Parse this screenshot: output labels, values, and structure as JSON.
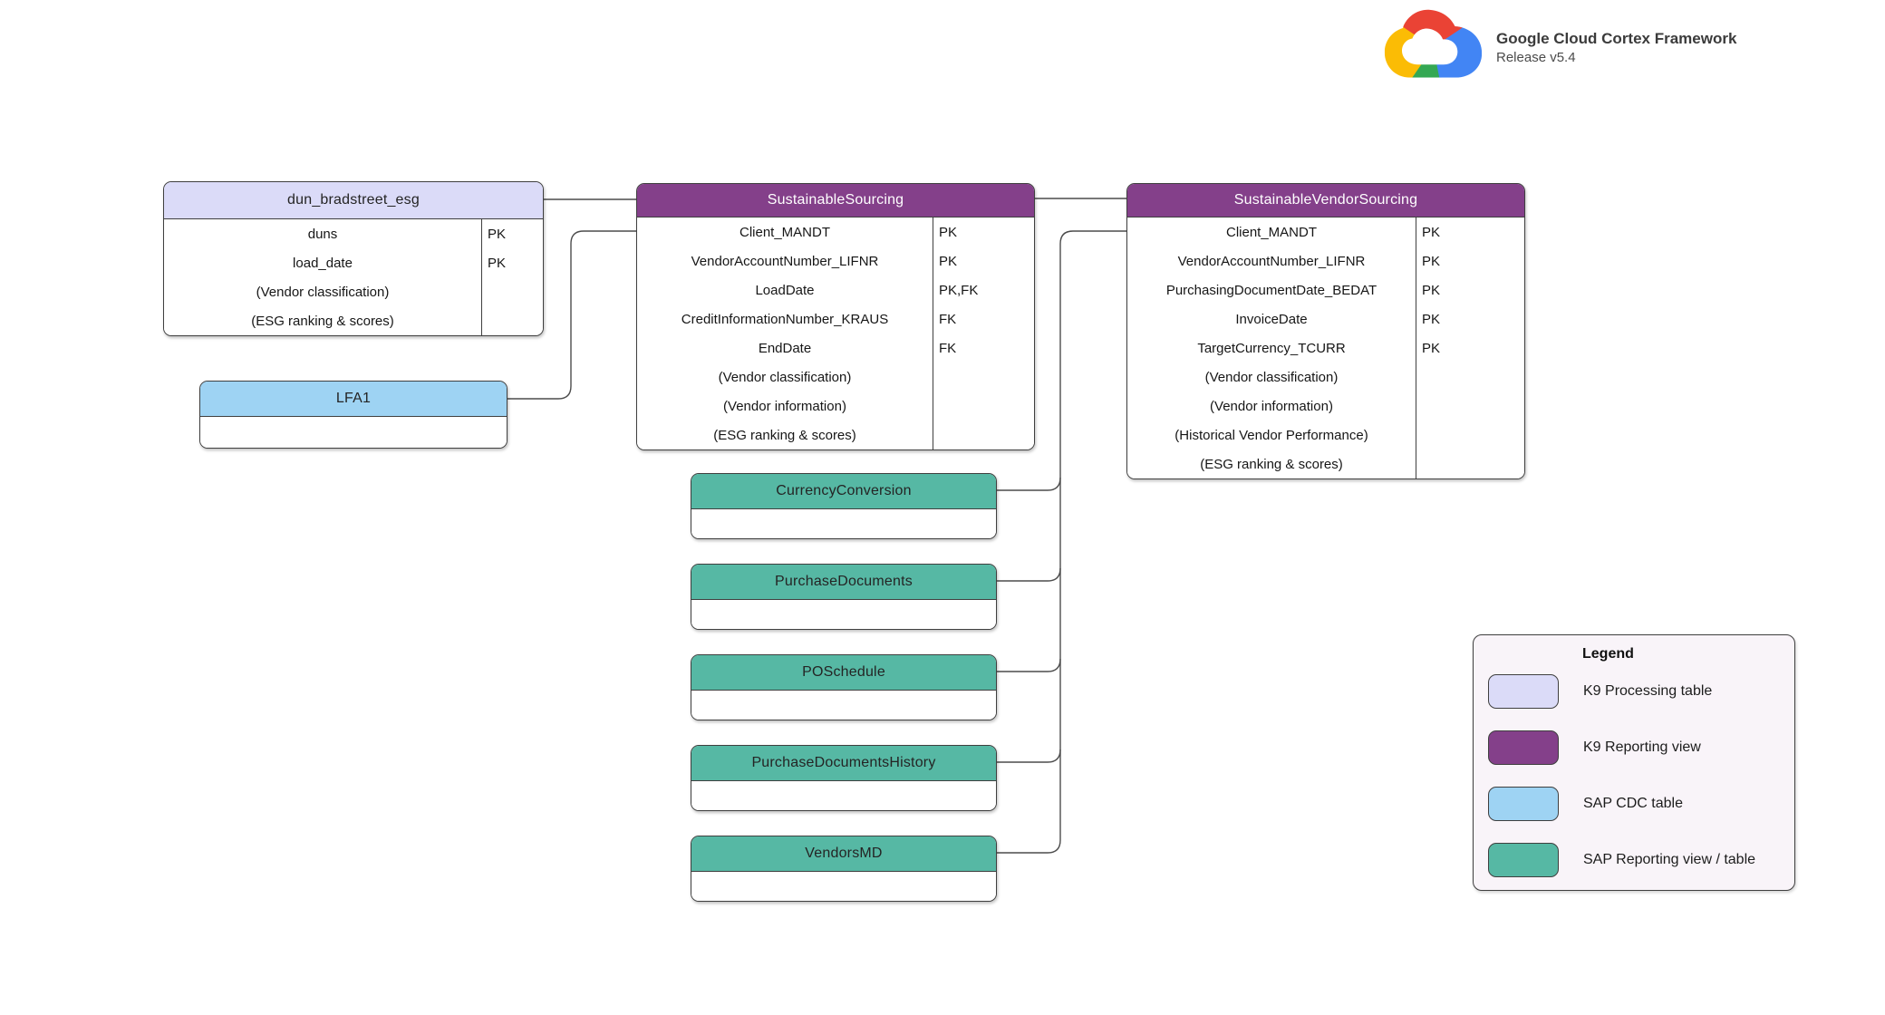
{
  "brand": {
    "title": "Google Cloud Cortex Framework",
    "release": "Release v5.4",
    "logo": "google-cloud-logo"
  },
  "colors": {
    "k9_processing_table": "#dbdbf8",
    "k9_reporting_view": "#84408a",
    "sap_cdc_table": "#9ed3f3",
    "sap_reporting_view_table": "#56b8a4",
    "connector": "#4c4c4c",
    "logo_red": "#ea4335",
    "logo_blue": "#4285f4",
    "logo_green": "#34a853",
    "logo_yellow": "#fbbc05"
  },
  "tables": {
    "dun_bradstreet_esg": {
      "title": "dun_bradstreet_esg",
      "category": "K9 Processing table",
      "rows": [
        {
          "name": "duns",
          "key": "PK"
        },
        {
          "name": "load_date",
          "key": "PK"
        },
        {
          "name": "(Vendor classification)",
          "key": ""
        },
        {
          "name": "(ESG ranking & scores)",
          "key": ""
        }
      ]
    },
    "sustainable_sourcing": {
      "title": "SustainableSourcing",
      "category": "K9 Reporting view",
      "rows": [
        {
          "name": "Client_MANDT",
          "key": "PK"
        },
        {
          "name": "VendorAccountNumber_LIFNR",
          "key": "PK"
        },
        {
          "name": "LoadDate",
          "key": "PK,FK"
        },
        {
          "name": "CreditInformationNumber_KRAUS",
          "key": "FK"
        },
        {
          "name": "EndDate",
          "key": "FK"
        },
        {
          "name": "(Vendor classification)",
          "key": ""
        },
        {
          "name": "(Vendor information)",
          "key": ""
        },
        {
          "name": "(ESG ranking & scores)",
          "key": ""
        }
      ]
    },
    "sustainable_vendor_sourcing": {
      "title": "SustainableVendorSourcing",
      "category": "K9 Reporting view",
      "rows": [
        {
          "name": "Client_MANDT",
          "key": "PK"
        },
        {
          "name": "VendorAccountNumber_LIFNR",
          "key": "PK"
        },
        {
          "name": "PurchasingDocumentDate_BEDAT",
          "key": "PK"
        },
        {
          "name": "InvoiceDate",
          "key": "PK"
        },
        {
          "name": "TargetCurrency_TCURR",
          "key": "PK"
        },
        {
          "name": "(Vendor classification)",
          "key": ""
        },
        {
          "name": "(Vendor information)",
          "key": ""
        },
        {
          "name": "(Historical Vendor Performance)",
          "key": ""
        },
        {
          "name": "(ESG ranking & scores)",
          "key": ""
        }
      ]
    },
    "lfa1": {
      "title": "LFA1",
      "category": "SAP CDC table"
    },
    "currency_conversion": {
      "title": "CurrencyConversion",
      "category": "SAP Reporting view / table"
    },
    "purchase_documents": {
      "title": "PurchaseDocuments",
      "category": "SAP Reporting view / table"
    },
    "po_schedule": {
      "title": "POSchedule",
      "category": "SAP Reporting view / table"
    },
    "purchase_documents_history": {
      "title": "PurchaseDocumentsHistory",
      "category": "SAP Reporting view / table"
    },
    "vendors_md": {
      "title": "VendorsMD",
      "category": "SAP Reporting view / table"
    }
  },
  "legend": {
    "title": "Legend",
    "items": [
      {
        "label": "K9 Processing table",
        "color": "#dbdbf8"
      },
      {
        "label": "K9 Reporting view",
        "color": "#84408a"
      },
      {
        "label": "SAP CDC table",
        "color": "#9ed3f3"
      },
      {
        "label": "SAP Reporting view / table",
        "color": "#56b8a4"
      }
    ]
  }
}
